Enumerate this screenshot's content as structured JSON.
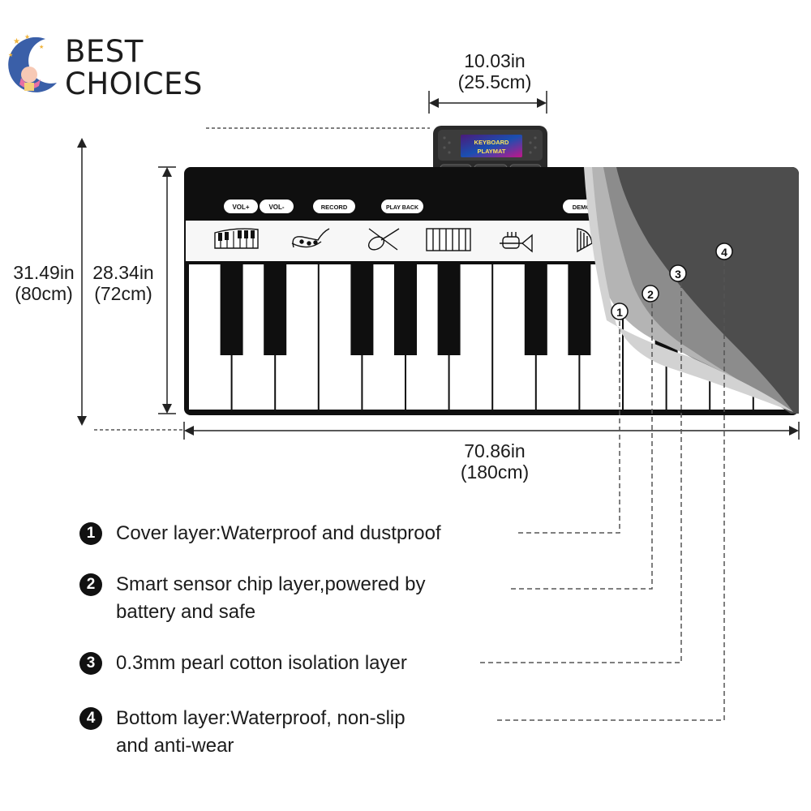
{
  "brand": {
    "line1": "BEST",
    "line2": "CHOICES"
  },
  "device": {
    "screen_line1": "KEYBOARD",
    "screen_line2": "PLAYMAT"
  },
  "dimensions": {
    "device_width_in": "10.03in",
    "device_width_cm": "(25.5cm)",
    "total_height_in": "31.49in",
    "total_height_cm": "(80cm)",
    "mat_height_in": "28.34in",
    "mat_height_cm": "(72cm)",
    "mat_length_in": "70.86in",
    "mat_length_cm": "(180cm)"
  },
  "buttons": [
    "VOL+",
    "VOL-",
    "RECORD",
    "PLAY BACK",
    "DEMO"
  ],
  "instrument_icons": [
    "piano-icon",
    "saxophone-icon",
    "violin-icon",
    "accordion-icon",
    "trumpet-icon",
    "harp-icon"
  ],
  "layer_markers": [
    "1",
    "2",
    "3",
    "4"
  ],
  "layers": [
    {
      "num": "1",
      "line1": "Cover layer:Waterproof and dustproof",
      "line2": ""
    },
    {
      "num": "2",
      "line1": "Smart sensor chip layer,powered by",
      "line2": "battery and safe"
    },
    {
      "num": "3",
      "line1": "0.3mm pearl cotton isolation layer",
      "line2": ""
    },
    {
      "num": "4",
      "line1": "Bottom layer:Waterproof, non-slip",
      "line2": "and anti-wear"
    }
  ],
  "colors": {
    "mat": "#0f0f0f",
    "layer_dark": "#4a4a4a",
    "layer_mid": "#8f8f8f",
    "layer_light": "#c9c9c9"
  }
}
